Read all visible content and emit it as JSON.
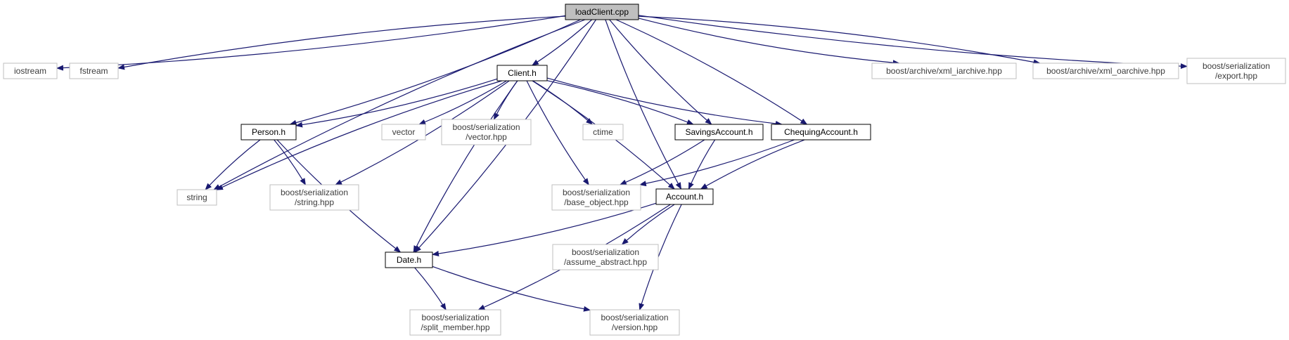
{
  "diagram": {
    "colors": {
      "edge": "#191970",
      "root_fill": "#bfbfbf",
      "local_border": "#000000",
      "system_border": "#bfbfbf",
      "system_text": "#3c3c3c",
      "local_text": "#000000"
    },
    "nodes": [
      {
        "id": "loadclient",
        "lines": [
          "loadClient.cpp"
        ],
        "kind": "root"
      },
      {
        "id": "iostream",
        "lines": [
          "iostream"
        ],
        "kind": "system"
      },
      {
        "id": "fstream",
        "lines": [
          "fstream"
        ],
        "kind": "system"
      },
      {
        "id": "client",
        "lines": [
          "Client.h"
        ],
        "kind": "local"
      },
      {
        "id": "xml-iarchive",
        "lines": [
          "boost/archive/xml_iarchive.hpp"
        ],
        "kind": "system"
      },
      {
        "id": "xml-oarchive",
        "lines": [
          "boost/archive/xml_oarchive.hpp"
        ],
        "kind": "system"
      },
      {
        "id": "export",
        "lines": [
          "boost/serialization",
          "/export.hpp"
        ],
        "kind": "system"
      },
      {
        "id": "person",
        "lines": [
          "Person.h"
        ],
        "kind": "local"
      },
      {
        "id": "vector",
        "lines": [
          "vector"
        ],
        "kind": "system"
      },
      {
        "id": "vector-hpp",
        "lines": [
          "boost/serialization",
          "/vector.hpp"
        ],
        "kind": "system"
      },
      {
        "id": "ctime",
        "lines": [
          "ctime"
        ],
        "kind": "system"
      },
      {
        "id": "savings",
        "lines": [
          "SavingsAccount.h"
        ],
        "kind": "local"
      },
      {
        "id": "chequing",
        "lines": [
          "ChequingAccount.h"
        ],
        "kind": "local"
      },
      {
        "id": "string",
        "lines": [
          "string"
        ],
        "kind": "system"
      },
      {
        "id": "string-hpp",
        "lines": [
          "boost/serialization",
          "/string.hpp"
        ],
        "kind": "system"
      },
      {
        "id": "base-object",
        "lines": [
          "boost/serialization",
          "/base_object.hpp"
        ],
        "kind": "system"
      },
      {
        "id": "account",
        "lines": [
          "Account.h"
        ],
        "kind": "local"
      },
      {
        "id": "assume-abstract",
        "lines": [
          "boost/serialization",
          "/assume_abstract.hpp"
        ],
        "kind": "system"
      },
      {
        "id": "date",
        "lines": [
          "Date.h"
        ],
        "kind": "local"
      },
      {
        "id": "split-member",
        "lines": [
          "boost/serialization",
          "/split_member.hpp"
        ],
        "kind": "system"
      },
      {
        "id": "version",
        "lines": [
          "boost/serialization",
          "/version.hpp"
        ],
        "kind": "system"
      }
    ],
    "edges": [
      [
        "loadclient",
        "iostream"
      ],
      [
        "loadclient",
        "fstream"
      ],
      [
        "loadclient",
        "client"
      ],
      [
        "loadclient",
        "xml-iarchive"
      ],
      [
        "loadclient",
        "xml-oarchive"
      ],
      [
        "loadclient",
        "export"
      ],
      [
        "loadclient",
        "person"
      ],
      [
        "loadclient",
        "string"
      ],
      [
        "loadclient",
        "date"
      ],
      [
        "loadclient",
        "savings"
      ],
      [
        "loadclient",
        "chequing"
      ],
      [
        "loadclient",
        "account"
      ],
      [
        "client",
        "person"
      ],
      [
        "client",
        "string"
      ],
      [
        "client",
        "string-hpp"
      ],
      [
        "client",
        "date"
      ],
      [
        "client",
        "vector"
      ],
      [
        "client",
        "vector-hpp"
      ],
      [
        "client",
        "ctime"
      ],
      [
        "client",
        "base-object"
      ],
      [
        "client",
        "savings"
      ],
      [
        "client",
        "chequing"
      ],
      [
        "client",
        "account"
      ],
      [
        "person",
        "string"
      ],
      [
        "person",
        "string-hpp"
      ],
      [
        "person",
        "date"
      ],
      [
        "savings",
        "base-object"
      ],
      [
        "savings",
        "account"
      ],
      [
        "chequing",
        "base-object"
      ],
      [
        "chequing",
        "account"
      ],
      [
        "account",
        "date"
      ],
      [
        "account",
        "assume-abstract"
      ],
      [
        "account",
        "split-member"
      ],
      [
        "account",
        "version"
      ],
      [
        "date",
        "split-member"
      ],
      [
        "date",
        "version"
      ]
    ]
  }
}
